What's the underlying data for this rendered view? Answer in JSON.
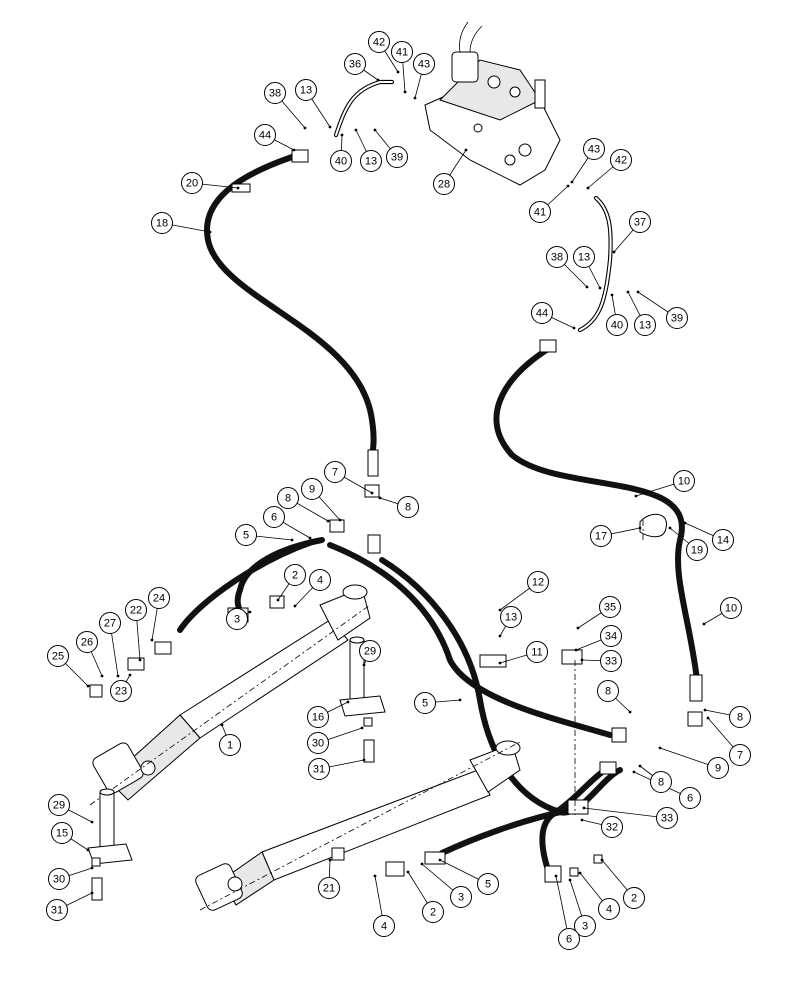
{
  "diagram": {
    "callouts": [
      {
        "label": "42"
      },
      {
        "label": "41"
      },
      {
        "label": "43"
      },
      {
        "label": "36"
      },
      {
        "label": "38"
      },
      {
        "label": "13"
      },
      {
        "label": "44"
      },
      {
        "label": "40"
      },
      {
        "label": "13"
      },
      {
        "label": "39"
      },
      {
        "label": "28"
      },
      {
        "label": "43"
      },
      {
        "label": "42"
      },
      {
        "label": "41"
      },
      {
        "label": "20"
      },
      {
        "label": "18"
      },
      {
        "label": "37"
      },
      {
        "label": "38"
      },
      {
        "label": "13"
      },
      {
        "label": "40"
      },
      {
        "label": "13"
      },
      {
        "label": "39"
      },
      {
        "label": "44"
      },
      {
        "label": "10"
      },
      {
        "label": "7"
      },
      {
        "label": "8"
      },
      {
        "label": "9"
      },
      {
        "label": "8"
      },
      {
        "label": "6"
      },
      {
        "label": "5"
      },
      {
        "label": "17"
      },
      {
        "label": "19"
      },
      {
        "label": "14"
      },
      {
        "label": "2"
      },
      {
        "label": "4"
      },
      {
        "label": "3"
      },
      {
        "label": "24"
      },
      {
        "label": "22"
      },
      {
        "label": "27"
      },
      {
        "label": "26"
      },
      {
        "label": "25"
      },
      {
        "label": "23"
      },
      {
        "label": "12"
      },
      {
        "label": "13"
      },
      {
        "label": "11"
      },
      {
        "label": "35"
      },
      {
        "label": "34"
      },
      {
        "label": "33"
      },
      {
        "label": "10"
      },
      {
        "label": "29"
      },
      {
        "label": "5"
      },
      {
        "label": "16"
      },
      {
        "label": "1"
      },
      {
        "label": "30"
      },
      {
        "label": "31"
      },
      {
        "label": "8"
      },
      {
        "label": "8"
      },
      {
        "label": "7"
      },
      {
        "label": "9"
      },
      {
        "label": "6"
      },
      {
        "label": "8"
      },
      {
        "label": "33"
      },
      {
        "label": "32"
      },
      {
        "label": "29"
      },
      {
        "label": "15"
      },
      {
        "label": "30"
      },
      {
        "label": "31"
      },
      {
        "label": "21"
      },
      {
        "label": "4"
      },
      {
        "label": "2"
      },
      {
        "label": "3"
      },
      {
        "label": "5"
      },
      {
        "label": "2"
      },
      {
        "label": "4"
      },
      {
        "label": "3"
      },
      {
        "label": "6"
      }
    ]
  }
}
